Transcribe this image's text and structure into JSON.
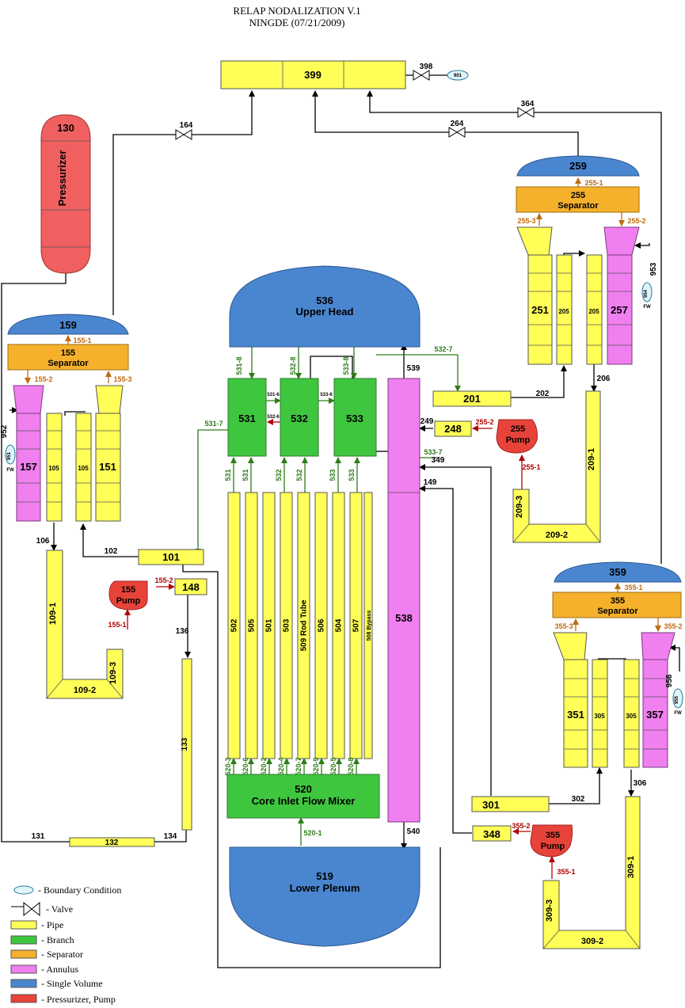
{
  "title": {
    "line1": "RELAP NODALIZATION V.1",
    "line2": "NINGDE (07/21/2009)"
  },
  "vessel": {
    "upper_head": {
      "id": "536",
      "name": "Upper Head"
    },
    "lower_plenum": {
      "id": "519",
      "name": "Lower Plenum"
    },
    "downcomer": "538",
    "core_mixer": {
      "id": "520",
      "name": "Core Inlet Flow Mixer"
    },
    "upper_branches": [
      "531",
      "532",
      "533"
    ],
    "core_channels": [
      "502",
      "505",
      "501",
      "503",
      "509 Rod Tube",
      "506",
      "504",
      "507",
      "508 Bypass"
    ],
    "channel_top_junctions": [
      "531",
      "531",
      "532",
      "532",
      "533",
      "533"
    ],
    "channel_bottom_junctions": [
      "520-3",
      "520-6",
      "520-2",
      "520-4",
      "520-7",
      "520-9",
      "520-5",
      "520-8"
    ],
    "junctions": {
      "531_8": "531-8",
      "532_8": "532-8",
      "533_8": "533-8",
      "531_6": "531-6",
      "533_6": "533-6",
      "532_6": "532-6",
      "531_7": "531-7",
      "532_7": "532-7",
      "533_7": "533-7",
      "520_1": "520-1",
      "539": "539",
      "540": "540",
      "249": "249",
      "349": "349",
      "149": "149"
    }
  },
  "steam_dome": {
    "id": "399",
    "valve": "398",
    "boundary": "901"
  },
  "pressurizer": {
    "id": "130",
    "name": "Pressurizer"
  },
  "loop1": {
    "dome": "159",
    "separator": {
      "id": "155",
      "name": "Separator",
      "j1": "155-1",
      "j2": "155-2",
      "j3": "155-3"
    },
    "annulus": "157",
    "riser": "151",
    "tube_a": "105",
    "tube_b": "105",
    "fw_junction": "952",
    "fw_bc": "951",
    "fw": "FW",
    "valve": "164",
    "hot_leg": "101",
    "hl_jun1": "102",
    "hl_jun2": "106",
    "pipe1": "109-1",
    "pipe2": "109-2",
    "pipe3": "109-3",
    "pump": {
      "id": "155",
      "name": "Pump",
      "j1": "155-1",
      "j2": "155-2"
    },
    "cold_leg": "148",
    "cl_jun": "136",
    "pipe133": "133",
    "pipe132": "132",
    "j131": "131",
    "j134": "134"
  },
  "loop2": {
    "dome": "259",
    "separator": {
      "id": "255",
      "name": "Separator",
      "j1": "255-1",
      "j2": "255-2",
      "j3": "255-3"
    },
    "annulus": "257",
    "riser": "251",
    "tube_a": "205",
    "tube_b": "205",
    "fw_junction": "953",
    "fw_bc": "954",
    "fw": "FW",
    "valve": "264",
    "hot_leg": "201",
    "hl_jun1": "202",
    "hl_jun2": "206",
    "pipe1": "209-1",
    "pipe2": "209-2",
    "pipe3": "209-3",
    "pump": {
      "id": "255",
      "name": "Pump",
      "j1": "255-1",
      "j2": "255-2"
    },
    "cold_leg": "248"
  },
  "loop3": {
    "dome": "359",
    "separator": {
      "id": "355",
      "name": "Separator",
      "j1": "355-1",
      "j2": "355-2",
      "j3": "355-3"
    },
    "annulus": "357",
    "riser": "351",
    "tube_a": "305",
    "tube_b": "305",
    "fw_junction": "956",
    "fw_bc": "955",
    "fw": "FW",
    "valve": "364",
    "hot_leg": "301",
    "hl_jun1": "302",
    "hl_jun2": "306",
    "pipe1": "309-1",
    "pipe2": "309-2",
    "pipe3": "309-3",
    "pump": {
      "id": "355",
      "name": "Pump",
      "j1": "355-1",
      "j2": "355-2"
    },
    "cold_leg": "348"
  },
  "legend": [
    {
      "label": "- Boundary Condition",
      "icon": "boundary-condition-icon"
    },
    {
      "label": "- Valve",
      "icon": "valve-icon"
    },
    {
      "label": "- Pipe",
      "color": "#ffff57"
    },
    {
      "label": "- Branch",
      "color": "#3fc63f"
    },
    {
      "label": "- Separator",
      "color": "#f5b12c"
    },
    {
      "label": "- Annulus",
      "color": "#f07ff0"
    },
    {
      "label": "- Single Volume",
      "color": "#4a86d0"
    },
    {
      "label": "- Pressurizer, Pump",
      "color": "#e8433a"
    }
  ]
}
